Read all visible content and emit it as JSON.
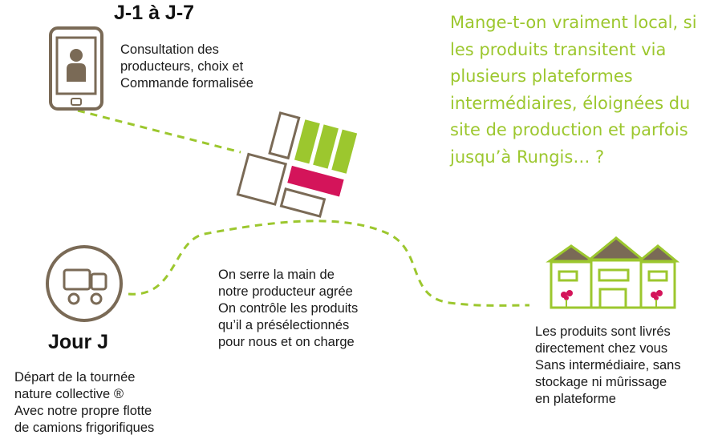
{
  "colors": {
    "green": "#9cc72e",
    "brown": "#7a6a56",
    "pink": "#d4145a",
    "text": "#1a1a1a"
  },
  "step1": {
    "heading": "J-1 à J-7",
    "text": "Consultation des\nproducteurs, choix et\nCommande formalisée",
    "icon": "smartphone-user-icon"
  },
  "question": {
    "text": "Mange-t-on vraiment local, si\nles produits transitent via\nplusieurs plateformes\nintermédiaires, éloignées du\nsite de production et parfois\njusqu’à Rungis… ?"
  },
  "crates": {
    "icon": "produce-crates-icon"
  },
  "step2": {
    "heading": "Jour J",
    "text": "Départ de la tournée\nnature collective ®\nAvec notre propre flotte\nde camions frigorifiques",
    "icon": "truck-icon"
  },
  "step3": {
    "text": "On serre la main de\nnotre producteur agrée\nOn contrôle les produits\nqu’il a présélectionnés\npour nous et on charge"
  },
  "step4": {
    "text": "Les produits sont livrés\ndirectement chez vous\nSans intermédiaire, sans\nstockage ni mûrissage\nen plateforme",
    "icon": "shop-building-icon"
  }
}
